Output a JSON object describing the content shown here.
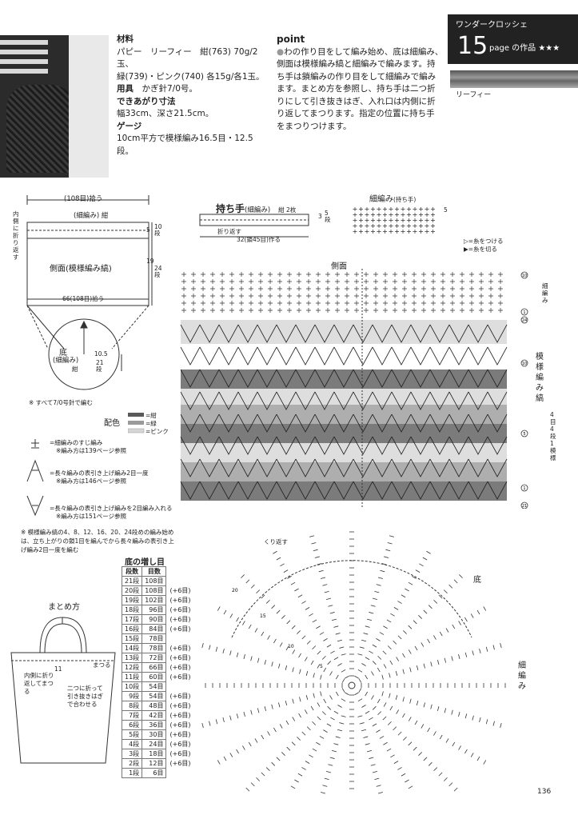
{
  "materials": {
    "h_material": "材料",
    "material_line1": "パピー　リーフィー　紺(763) 70g/2玉、",
    "material_line2": "緑(739)・ピンク(740) 各15g/各1玉。",
    "h_tool": "用具",
    "tool": "かぎ針7/0号。",
    "h_size": "できあがり寸法",
    "size": "幅33cm、深さ21.5cm。",
    "h_gauge": "ゲージ",
    "gauge": "10cm平方で模様編み16.5目・12.5段。"
  },
  "point": {
    "title": "point",
    "lines": [
      "わの作り目をして編み始め、底は細編み、",
      "側面は模様編み縞と細編みで編みます。持",
      "ち手は鎖編みの作り目をして細編みで編み",
      "ます。まとめ方を参照し、持ち手は二つ折",
      "りにして引き抜きはぎ、入れ口は内側に折",
      "り返してまつります。指定の位置に持ち手",
      "をまつりつけます。"
    ]
  },
  "header": {
    "series": "ワンダークロッシェ",
    "number": "15",
    "page_label": "page の作品 ★★★",
    "yarn_label": "リーフィー"
  },
  "schematic": {
    "top_width": "(108目)拾う",
    "band_label": "(細編み) 紺",
    "fold_note": "内側に折り返す",
    "band_cm": "5",
    "band_rows": "10段",
    "body_label": "側面(模様編み縞)",
    "body_cm": "19",
    "body_rows": "24段",
    "bottom_width": "66(108目)拾う",
    "base_label": "底",
    "base_sub": "(細編み)",
    "base_color": "紺",
    "base_cm": "10.5",
    "base_rows": "21段",
    "hook_note": "※ すべて7/0号針で編む"
  },
  "handle": {
    "title": "持ち手",
    "sub": "(細編み)",
    "note": "紺 2枚",
    "fold": "折り返す",
    "height_cm": "3",
    "height_rows": "5段",
    "width": "32(鎖45目)作る"
  },
  "sc_chart": {
    "title": "細編み",
    "sub": "(持ち手)",
    "row_marker": "5",
    "legend_join": "▷=糸をつける",
    "legend_cut": "▶=糸を切る"
  },
  "colors": {
    "title": "配色",
    "items": [
      "=紺",
      "=緑",
      "=ピンク"
    ],
    "navy": "#5a5a5a",
    "green": "#9a9a9a",
    "pink": "#d6d6d6"
  },
  "symbols": [
    {
      "mark": "=細編みのすじ編み",
      "ref": "※編み方は139ページ参照"
    },
    {
      "mark": "=長々編みの表引き上げ編み2目一度",
      "ref": "※編み方は146ページ参照"
    },
    {
      "mark": "=長々編みの表引き上げ編みを2目編み入れる",
      "ref": "※編み方は151ページ参照"
    }
  ],
  "stripe_note": "※ 模様編み縞の4、8、12、16、20、24段めの編み始めは、立ち上がりの鎖1目を編んでから長々編みの表引き上げ編み2目一度を編む",
  "side_chart": {
    "title": "側面",
    "right_top": "細編み",
    "markers": [
      "10",
      "1",
      "24",
      "10",
      "5",
      "1",
      "21"
    ],
    "pattern_label": "模様編み縞",
    "pattern_note": "4目4段1模様"
  },
  "base_chart": {
    "label": "底",
    "turn": "くり返す",
    "rows": [
      "20",
      "15",
      "10",
      "5"
    ],
    "right": "細編み"
  },
  "increase_table": {
    "title": "底の増し目",
    "headers": [
      "段数",
      "目数"
    ],
    "rows": [
      [
        "21段",
        "108目",
        ""
      ],
      [
        "20段",
        "108目",
        "(+6目)"
      ],
      [
        "19段",
        "102目",
        "(+6目)"
      ],
      [
        "18段",
        "96目",
        "(+6目)"
      ],
      [
        "17段",
        "90目",
        "(+6目)"
      ],
      [
        "16段",
        "84目",
        "(+6目)"
      ],
      [
        "15段",
        "78目",
        ""
      ],
      [
        "14段",
        "78目",
        "(+6目)"
      ],
      [
        "13段",
        "72目",
        "(+6目)"
      ],
      [
        "12段",
        "66目",
        "(+6目)"
      ],
      [
        "11段",
        "60目",
        "(+6目)"
      ],
      [
        "10段",
        "54目",
        ""
      ],
      [
        "9段",
        "54目",
        "(+6目)"
      ],
      [
        "8段",
        "48目",
        "(+6目)"
      ],
      [
        "7段",
        "42目",
        "(+6目)"
      ],
      [
        "6段",
        "36目",
        "(+6目)"
      ],
      [
        "5段",
        "30目",
        "(+6目)"
      ],
      [
        "4段",
        "24目",
        "(+6目)"
      ],
      [
        "3段",
        "18目",
        "(+6目)"
      ],
      [
        "2段",
        "12目",
        "(+6目)"
      ],
      [
        "1段",
        "6目",
        ""
      ]
    ]
  },
  "finishing": {
    "title": "まとめ方",
    "num": "11",
    "fold_in": "内側に折り返してまつる",
    "sew": "まつる",
    "join": "二つに折って引き抜きはぎで合わせる"
  },
  "page_number": "136"
}
